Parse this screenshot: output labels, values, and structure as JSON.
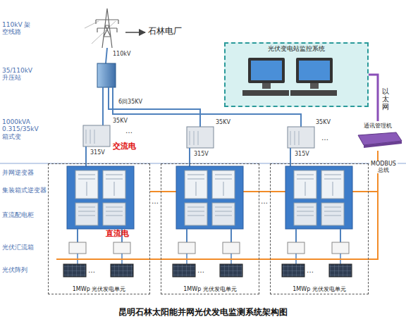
{
  "diagram": {
    "caption": "昆明石林太阳能并网光伏发电监测系统架构图",
    "nodes": [
      {
        "text": [
          "光伏变电站监控系统"
        ]
      },
      {
        "text": [
          "1MWp 光伏发电单元"
        ]
      },
      {
        "text": [
          "1MWp 光伏发电单元"
        ]
      },
      {
        "text": [
          "1MWp 光伏发电单元"
        ]
      },
      {
        "text": [
          "通讯管理机"
        ]
      }
    ],
    "edges": [
      {
        "from": 4,
        "to": 0,
        "arrow": "none",
        "label": "以太网"
      },
      {
        "from": 4,
        "to": 3,
        "arrow": "none",
        "label": "MODBUS 总线"
      },
      {
        "from": 4,
        "to": 2,
        "arrow": "none"
      },
      {
        "from": 4,
        "to": 1,
        "arrow": "none"
      }
    ],
    "labels": [
      "110kV 架空线路",
      "35/110kV 升压站",
      "1000kVA 0.315/35kV 箱式变",
      "并网逆变器",
      "集装箱式逆变器",
      "直流配电柜",
      "光伏汇流箱",
      "光伏阵列",
      "石林电厂",
      "110kV",
      "6回35KV",
      "35KV",
      "35KV",
      "35KV",
      "315V",
      "315V",
      "315V",
      "交流电",
      "直流电",
      "…",
      "…",
      "…",
      "…",
      "…",
      "…",
      "…"
    ]
  }
}
